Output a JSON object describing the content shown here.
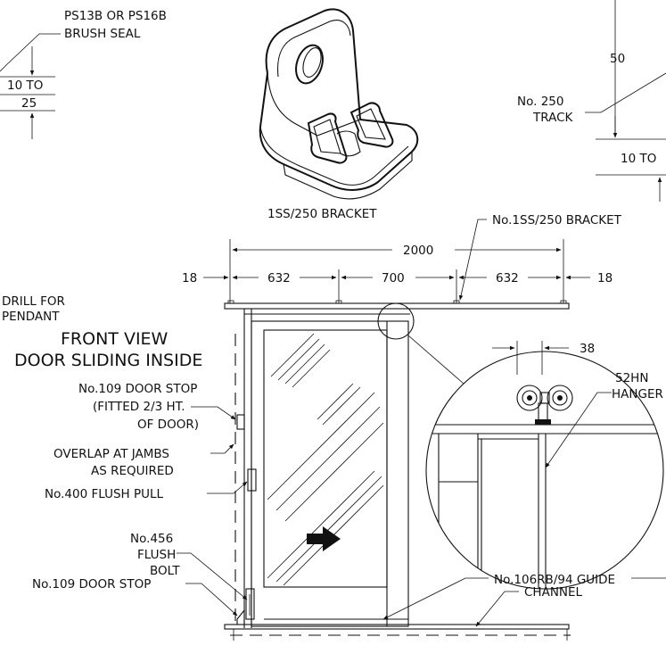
{
  "labels": {
    "brush_seal_1": "PS13B OR PS16B",
    "brush_seal_2": "BRUSH SEAL",
    "dim_10_to_left": "10 TO",
    "dim_25": "25",
    "bracket_caption": "1SS/250 BRACKET",
    "dim_50": "50",
    "track_1": "No. 250",
    "track_2": "TRACK",
    "dim_10_to_right": "10 TO",
    "bracket_callout": "No.1SS/250 BRACKET",
    "dim_2000": "2000",
    "dim_18_left": "18",
    "dim_632_left": "632",
    "dim_700": "700",
    "dim_632_right": "632",
    "dim_18_right": "18",
    "drill_1": "DRILL FOR",
    "drill_2": "PENDANT",
    "front_view": "FRONT VIEW",
    "door_sliding": "DOOR SLIDING INSIDE",
    "stop_upper_1": "No.109 DOOR STOP",
    "stop_upper_2": "(FITTED 2/3 HT.",
    "stop_upper_3": "OF DOOR)",
    "overlap_1": "OVERLAP AT JAMBS",
    "overlap_2": "AS REQUIRED",
    "flush_pull": "No.400 FLUSH PULL",
    "flush_bolt_1": "No.456",
    "flush_bolt_2": "FLUSH",
    "flush_bolt_3": "BOLT",
    "stop_lower": "No.109 DOOR STOP",
    "guide": "No.106RB/94 GUIDE",
    "channel": "CHANNEL",
    "dim_38": "38",
    "hanger_1": "52HN",
    "hanger_2": "HANGER"
  }
}
